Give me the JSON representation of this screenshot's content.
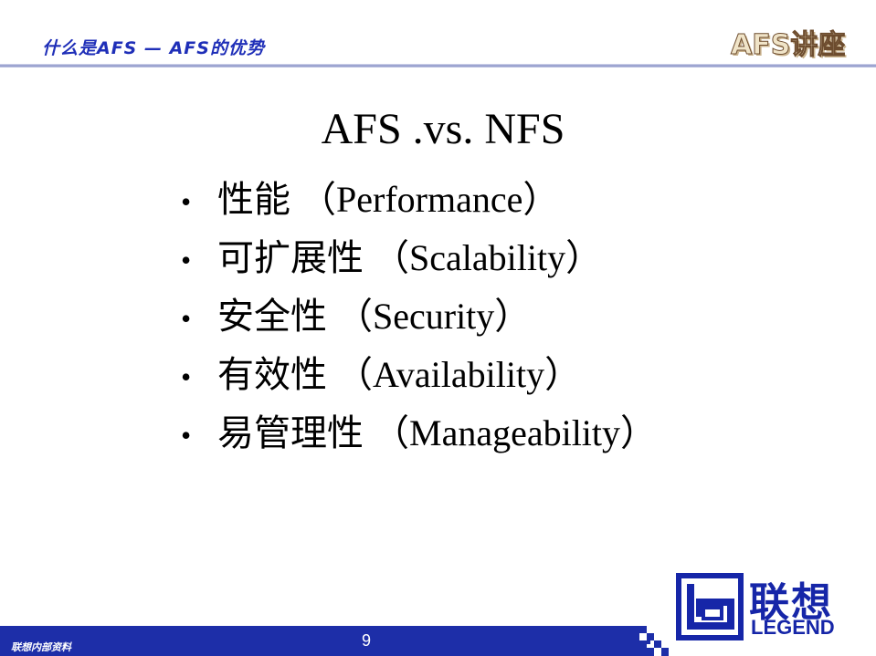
{
  "header": {
    "title": "什么是AFS — AFS的优势",
    "brand": "AFS讲座"
  },
  "slide": {
    "heading": "AFS .vs. NFS",
    "bullets": [
      "性能 （Performance）",
      "可扩展性 （Scalability）",
      "安全性 （Security）",
      "有效性 （Availability）",
      "易管理性 （Manageability）"
    ]
  },
  "footer": {
    "label": "联想内部资料",
    "page_number": "9"
  },
  "logo": {
    "chinese": "联想",
    "english": "LEGEND"
  },
  "colors": {
    "accent_blue": "#1d2ea8",
    "header_text_blue": "#1f2fb8"
  }
}
